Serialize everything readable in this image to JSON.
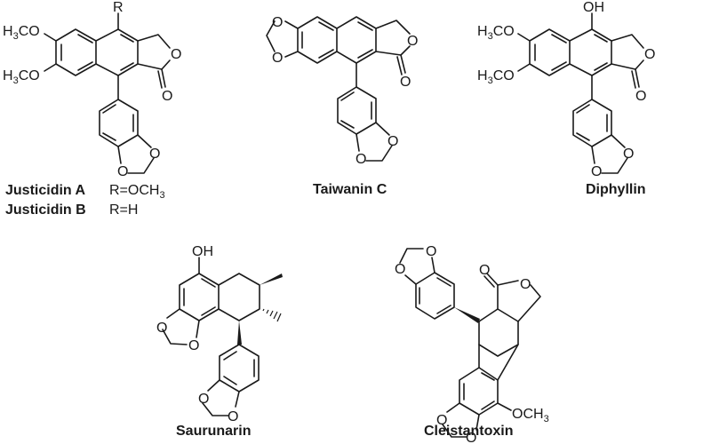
{
  "figure": {
    "compounds": [
      {
        "id": "justicidin",
        "names": [
          "Justicidin A",
          "Justicidin B"
        ],
        "substituents": [
          "R=OCH",
          "R=H"
        ],
        "substituent_subscripts": [
          "3",
          ""
        ],
        "r_label": "R",
        "methoxy_label": "H3CO"
      },
      {
        "id": "taiwanin-c",
        "name": "Taiwanin C"
      },
      {
        "id": "diphyllin",
        "name": "Diphyllin",
        "hydroxy_label": "OH",
        "methoxy_label": "H3CO"
      },
      {
        "id": "saurunarin",
        "name": "Saurunarin",
        "hydroxy_label": "OH"
      },
      {
        "id": "cleistantoxin",
        "name": "Cleistantoxin",
        "methoxy_label": "OCH3"
      }
    ],
    "atom_labels": {
      "oxygen": "O",
      "r": "R",
      "oh": "OH",
      "h3co_h": "H",
      "h3co_3": "3",
      "h3co_co": "CO",
      "och3_och": "OCH",
      "och3_3": "3"
    }
  }
}
